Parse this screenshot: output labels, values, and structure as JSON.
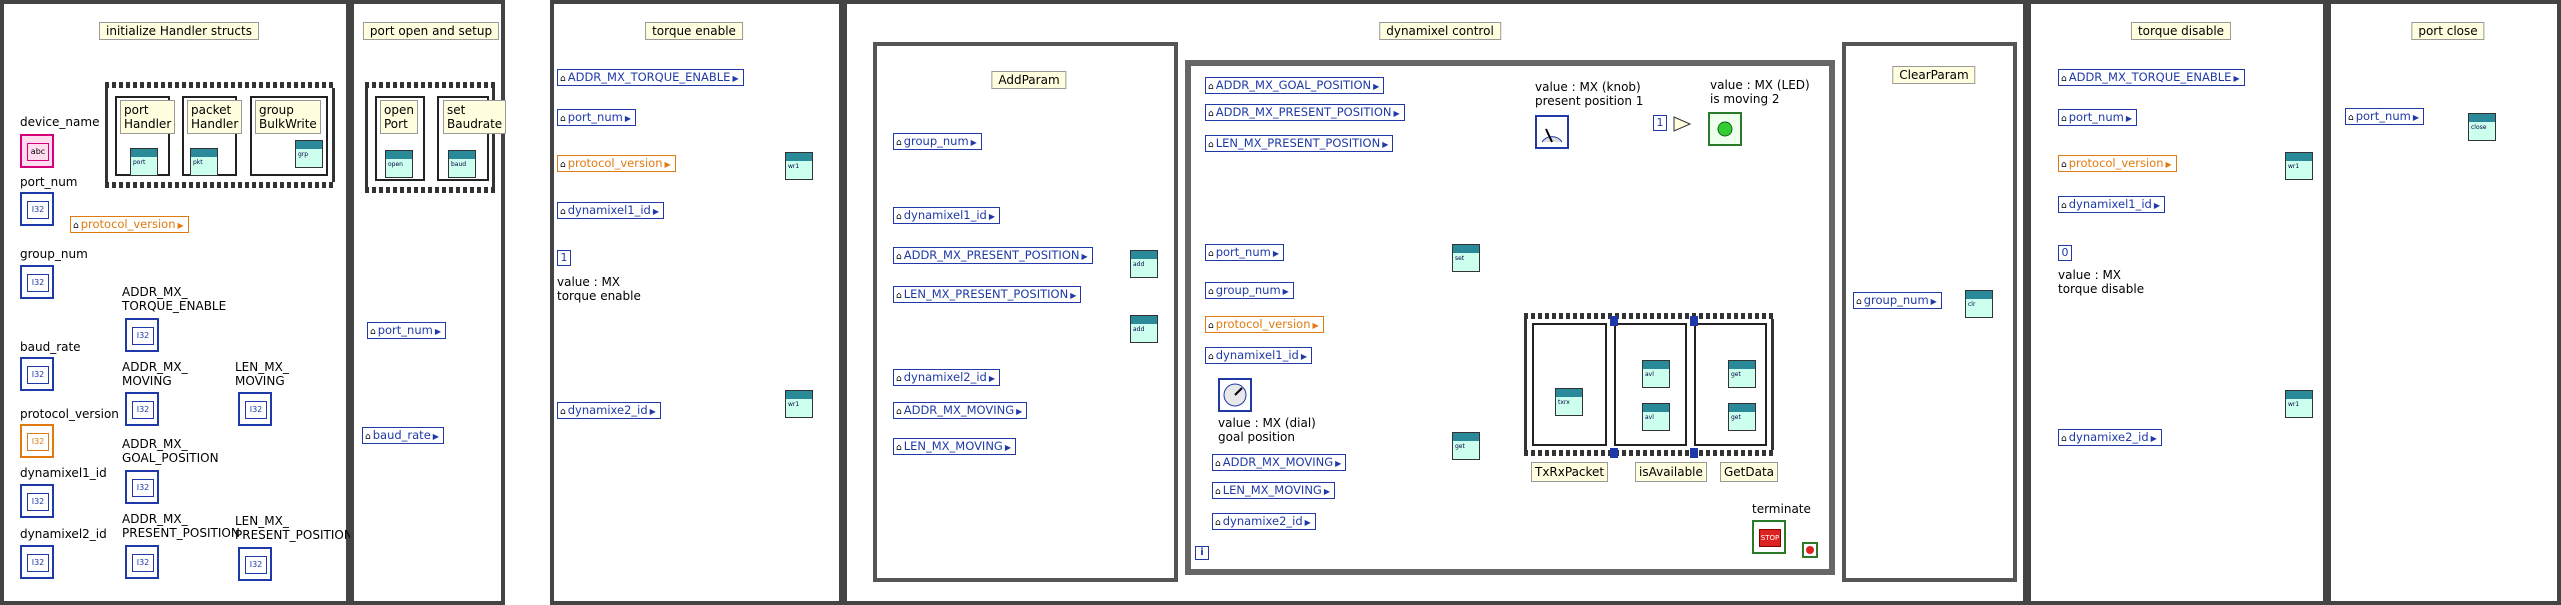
{
  "frames": [
    {
      "title": "initialize Handler structs"
    },
    {
      "title": "port open and setup"
    },
    {
      "title": "torque enable"
    },
    {
      "title": "dynamixel control"
    },
    {
      "title": "torque disable"
    },
    {
      "title": "port close"
    }
  ],
  "frame1": {
    "subdiagrams": [
      "port\nHandler",
      "packet\nHandler",
      "group\nBulkWrite"
    ],
    "controls": {
      "device_name": "device_name",
      "port_num": "port_num",
      "group_num": "group_num",
      "addr_torque_enable": "ADDR_MX_\nTORQUE_ENABLE",
      "baud_rate": "baud_rate",
      "addr_moving": "ADDR_MX_\nMOVING",
      "len_moving": "LEN_MX_\nMOVING",
      "protocol_version": "protocol_version",
      "addr_goal_position": "ADDR_MX_\nGOAL_POSITION",
      "dynamixel1_id": "dynamixel1_id",
      "dynamixel2_id": "dynamixel2_id",
      "addr_present_position": "ADDR_MX_\nPRESENT_POSITION",
      "len_present_position": "LEN_MX_\nPRESENT_POSITION"
    },
    "protocol_const": "protocol_version",
    "string_term": "abc",
    "num_term": "I32"
  },
  "frame2": {
    "subdiagrams": [
      "open\nPort",
      "set\nBaudrate"
    ],
    "port_num": "port_num",
    "baud_rate": "baud_rate"
  },
  "frame3": {
    "consts": [
      "ADDR_MX_TORQUE_ENABLE",
      "port_num",
      "protocol_version",
      "dynamixel1_id",
      "dynamixe2_id"
    ],
    "value": "1",
    "note": "value : MX\ntorque enable"
  },
  "frame4": {
    "addparam": {
      "title": "AddParam",
      "consts": [
        "group_num",
        "dynamixel1_id",
        "ADDR_MX_PRESENT_POSITION",
        "LEN_MX_PRESENT_POSITION",
        "dynamixel2_id",
        "ADDR_MX_MOVING",
        "LEN_MX_MOVING"
      ]
    },
    "loop": {
      "consts_top": [
        "ADDR_MX_GOAL_POSITION",
        "ADDR_MX_PRESENT_POSITION",
        "LEN_MX_PRESENT_POSITION"
      ],
      "consts_mid": [
        "port_num",
        "group_num",
        "protocol_version",
        "dynamixel1_id"
      ],
      "consts_bottom": [
        "ADDR_MX_MOVING",
        "LEN_MX_MOVING",
        "dynamixe2_id"
      ],
      "knob_label": "value : MX (knob)\npresent position 1",
      "led_label": "value : MX (LED)\nis moving 2",
      "led_const": "1",
      "dial_label": "value : MX (dial)\ngoal position",
      "sub_labels": [
        "TxRxPacket",
        "isAvailable",
        "GetData"
      ],
      "terminate": "terminate",
      "stop": "STOP",
      "iter": "i"
    },
    "clearparam": {
      "title": "ClearParam",
      "const": "group_num"
    }
  },
  "frame5": {
    "consts": [
      "ADDR_MX_TORQUE_ENABLE",
      "port_num",
      "protocol_version",
      "dynamixel1_id",
      "dynamixe2_id"
    ],
    "value": "0",
    "note": "value : MX\ntorque disable"
  },
  "frame6": {
    "const": "port_num"
  },
  "colors": {
    "wire_blue": "#1f3aa8",
    "wire_orange": "#e07a10",
    "wire_pink": "#d6007a",
    "frame_border": "#444"
  }
}
